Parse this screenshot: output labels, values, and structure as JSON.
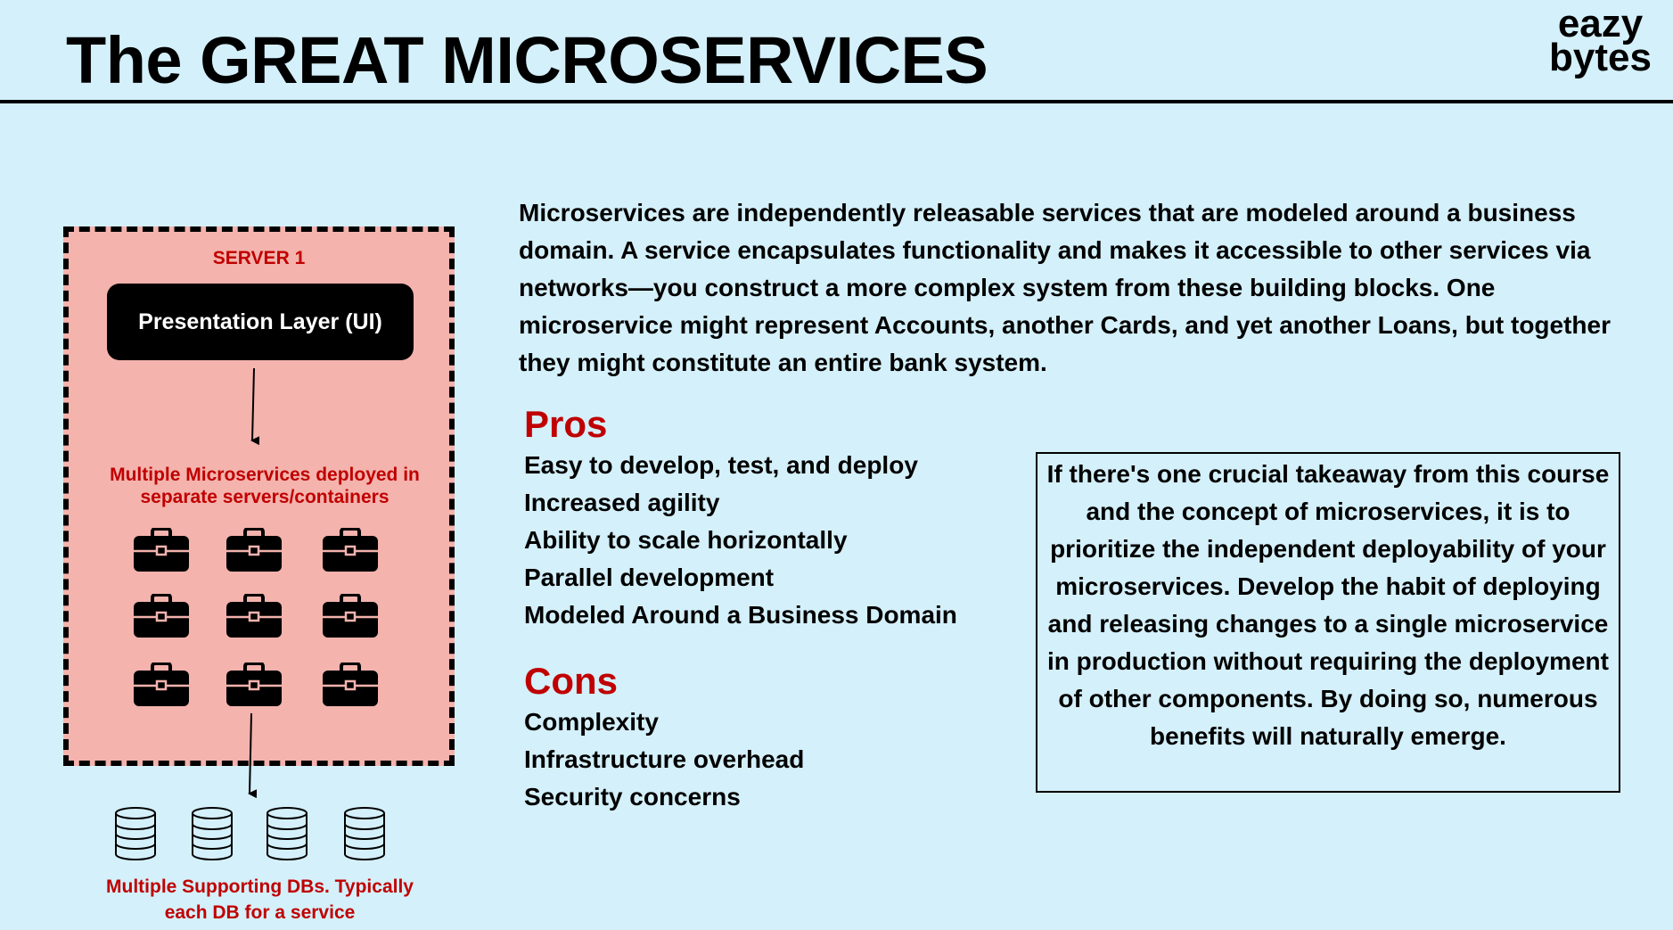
{
  "header": {
    "title": "The GREAT MICROSERVICES",
    "logo_line1": "eazy",
    "logo_line2": "bytes"
  },
  "diagram": {
    "server_label": "SERVER 1",
    "ui_label": "Presentation Layer (UI)",
    "microservices_label": "Multiple Microservices deployed in separate servers/containers",
    "microservice_icon": "briefcase-icon",
    "microservice_count": 9,
    "db_icon": "database-icon",
    "db_count": 4,
    "db_label": "Multiple Supporting DBs. Typically each DB for a service"
  },
  "intro": "Microservices are independently releasable services that are modeled around a business domain. A service encapsulates functionality and makes it accessible to other services via networks—you construct a more complex system from these building blocks. One microservice might represent Accounts, another Cards, and yet another Loans, but together they might constitute an entire bank system.",
  "pros": {
    "heading": "Pros",
    "items": [
      "Easy to develop, test, and deploy",
      "Increased agility",
      "Ability to scale horizontally",
      "Parallel development",
      "Modeled Around a Business Domain"
    ]
  },
  "cons": {
    "heading": "Cons",
    "items": [
      "Complexity",
      "Infrastructure overhead",
      "Security concerns"
    ]
  },
  "takeaway": "If there's one crucial takeaway from this course and the concept of microservices, it is to prioritize the independent deployability of your microservices. Develop the habit of deploying and releasing changes to a single microservice in production without requiring the deployment of other components. By doing so, numerous benefits will naturally emerge.",
  "colors": {
    "background": "#d4f0fa",
    "server_fill": "#f4b3ad",
    "accent_red": "#c00000",
    "ink": "#000000"
  }
}
